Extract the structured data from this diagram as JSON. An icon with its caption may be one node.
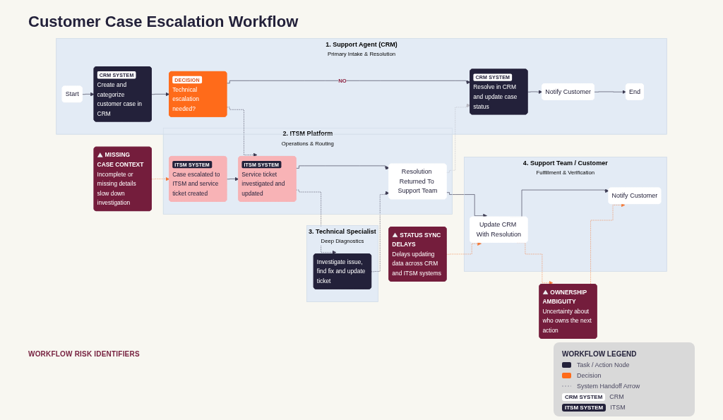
{
  "diagram": {
    "title": "Customer Case Escalation Workflow",
    "nodes": [
      {
        "text": [
          "1. Support Agent (CRM)",
          "Primary Intake & Resolution"
        ]
      },
      {
        "text": [
          "Start"
        ],
        "in": 0
      },
      {
        "text": [
          "CRM SYSTEM",
          "Create and categorize customer case in CRM"
        ],
        "in": 0
      },
      {
        "text": [
          "DECISION",
          "Technical escalation needed?"
        ],
        "in": 0
      },
      {
        "text": [
          "CRM SYSTEM",
          "Resolve in CRM and update case status"
        ],
        "in": 0
      },
      {
        "text": [
          "Notify Customer"
        ],
        "in": 0
      },
      {
        "text": [
          "End"
        ],
        "in": 0
      },
      {
        "text": [
          "2. ITSM Platform",
          "Operations & Routing"
        ]
      },
      {
        "text": [
          "ITSM SYSTEM",
          "Case escalated to ITSM and service ticket created"
        ],
        "in": 7
      },
      {
        "text": [
          "ITSM SYSTEM",
          "Service ticket investigated and updated"
        ],
        "in": 7
      },
      {
        "text": [
          "Resolution Returned To Support Team"
        ],
        "in": 7
      },
      {
        "text": [
          "3. Technical Specialist",
          "Deep Diagnostics"
        ]
      },
      {
        "text": [
          "Investigate issue, find fix and update ticket"
        ],
        "in": 11
      },
      {
        "text": [
          "4. Support Team / Customer",
          "Fulfillment & Verification"
        ]
      },
      {
        "text": [
          "Update CRM With Resolution"
        ],
        "in": 13
      },
      {
        "text": [
          "Notify Customer"
        ],
        "in": 13
      },
      {
        "text": [
          "MISSING CASE CONTEXT",
          "Incomplete or missing details slow down investigation"
        ]
      },
      {
        "text": [
          "STATUS SYNC DELAYS",
          "Delays updating data across CRM and ITSM systems"
        ]
      },
      {
        "text": [
          "OWNERSHIP AMBIGUITY",
          "Uncertainty about who owns the next action"
        ]
      }
    ],
    "edges": [
      {
        "from": 1,
        "to": 2,
        "arrow": "to"
      },
      {
        "from": 2,
        "to": 3,
        "arrow": "to"
      },
      {
        "from": 3,
        "to": 4,
        "arrow": "to",
        "label": "NO"
      },
      {
        "from": 4,
        "to": 5,
        "arrow": "to"
      },
      {
        "from": 5,
        "to": 6,
        "arrow": "to"
      },
      {
        "from": 3,
        "to": 9,
        "arrow": "to",
        "style": "dashed"
      },
      {
        "from": 8,
        "to": 9,
        "arrow": "to"
      },
      {
        "from": 9,
        "to": 10,
        "arrow": "to"
      },
      {
        "from": 9,
        "to": 12,
        "arrow": "to",
        "style": "dashed"
      },
      {
        "from": 12,
        "to": 10,
        "arrow": "to",
        "style": "dashed"
      },
      {
        "from": 10,
        "to": 4,
        "arrow": "to",
        "style": "dashed",
        "color": "#b9b9c2"
      },
      {
        "from": 10,
        "to": 14,
        "arrow": "to"
      },
      {
        "from": 14,
        "to": 15,
        "arrow": "to"
      },
      {
        "from": 16,
        "to": 8,
        "arrow": "to",
        "style": "dashed",
        "color": "#f47b3a"
      },
      {
        "from": 17,
        "to": 14,
        "arrow": "to",
        "style": "dashed",
        "color": "#f47b3a"
      },
      {
        "from": 14,
        "to": 18,
        "arrow": "to",
        "style": "dashed",
        "color": "#f47b3a"
      },
      {
        "from": 18,
        "to": 15,
        "arrow": "to",
        "style": "dashed",
        "color": "#f47b3a"
      }
    ],
    "labels": [
      "WORKFLOW RISK IDENTIFIERS",
      "WORKFLOW LEGEND",
      "CRM SYSTEM",
      "ITSM SYSTEM"
    ],
    "legend": [
      {
        "text": "Task / Action Node",
        "color": "#23213a"
      },
      {
        "text": "Decision",
        "color": "#ff6b1a"
      },
      {
        "text": "System Handoff Arrow"
      },
      {
        "text": "CRM"
      },
      {
        "text": "ITSM"
      }
    ]
  }
}
